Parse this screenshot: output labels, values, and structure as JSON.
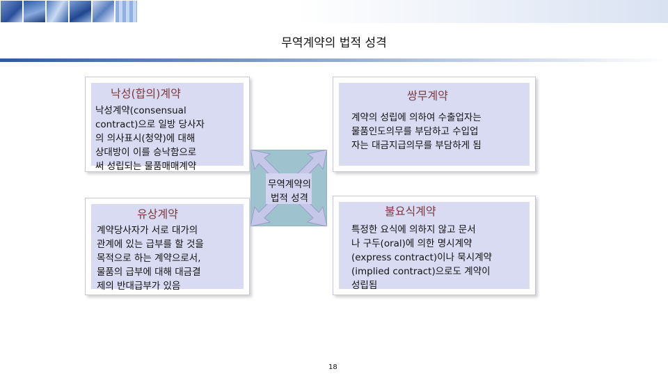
{
  "slide": {
    "title": "무역계약의 법적 성격",
    "page_number": "18"
  },
  "center": {
    "line1": "무역계약의",
    "line2": "법적 성격"
  },
  "panels": [
    {
      "title": "낙성(합의)계약",
      "lines": [
        "낙성계약(consensual",
        "contract)으로 일방 당사자",
        "의 의사표시(청약)에 대해",
        "상대방이 이를 승낙함으로",
        "써 성립되는 물품매매계약"
      ]
    },
    {
      "title": "쌍무계약",
      "lines": [
        "계약의 성립에 의하여 수출업자는",
        "물품인도의무를 부담하고 수입업",
        "자는 대금지급의무를 부담하게 됨"
      ]
    },
    {
      "title": "유상계약",
      "lines": [
        "계약당사자가 서로 대가의",
        "관계에 있는 급부를 할 것을",
        "목적으로 하는 계약으로서,",
        "물품의 급부에 대해 대금결",
        "제의 반대급부가 있음"
      ]
    },
    {
      "title": "불요식계약",
      "lines": [
        "특정한 요식에 의하지 않고 문서",
        "나 구두(oral)에 의한 명시계약",
        "(express contract)이나 묵시계약",
        "(implied contract)으로도 계약이",
        "성립됨"
      ]
    }
  ],
  "colors": {
    "panel_fill": "#d9dbf3",
    "title_text": "#7c3a3f",
    "center_fill": "#9fc2cf",
    "arrow_fill": "#c5c7e8",
    "rule": "#2d5a9e"
  }
}
